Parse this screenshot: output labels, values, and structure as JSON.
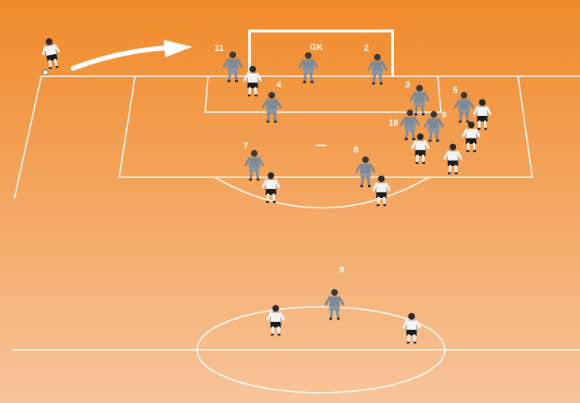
{
  "labels": {
    "gk": "GK",
    "p2": "2",
    "p3": "3",
    "p4": "4",
    "p5": "5",
    "p6": "6",
    "p7": "7",
    "p8": "8",
    "p9": "9",
    "p10": "10",
    "p11": "11"
  },
  "colors": {
    "pitch_top": "#f08a2a",
    "pitch_bottom": "#f7c49a",
    "lines": "#ffffff",
    "attacking_kit": "#7d8a99",
    "defending_kit": "#f4f4f4",
    "shorts_dark": "#1a1a1a"
  }
}
